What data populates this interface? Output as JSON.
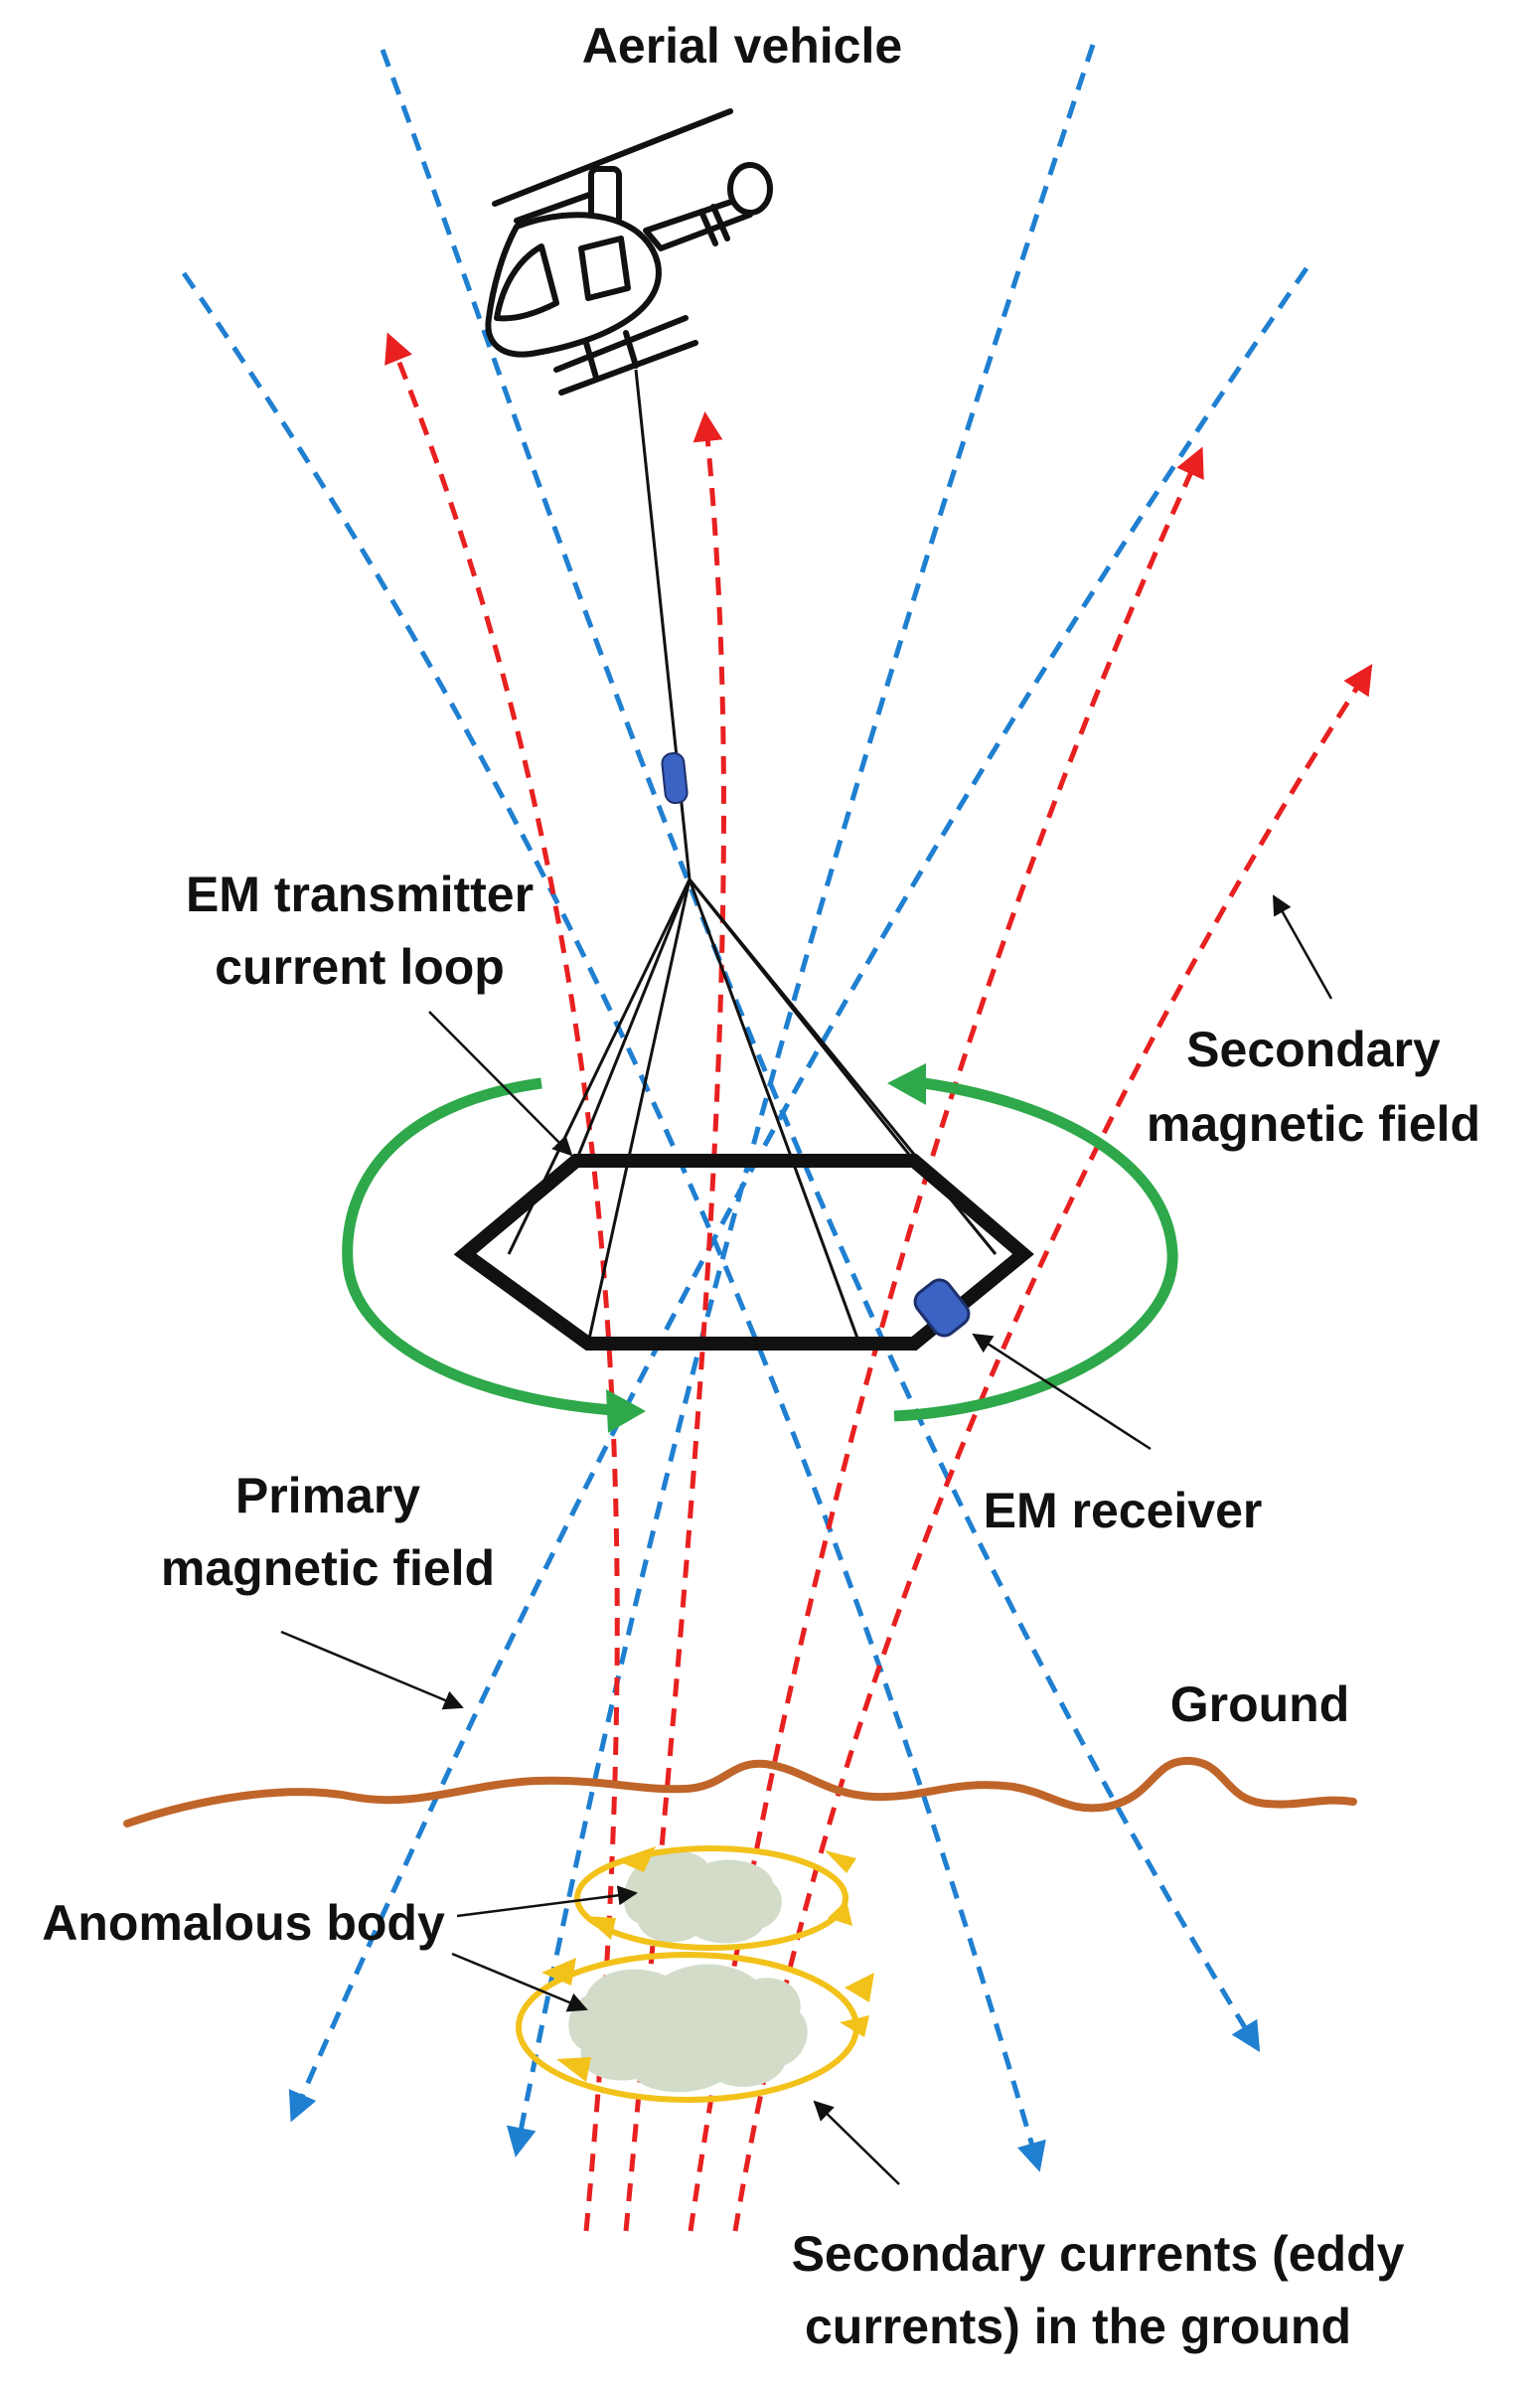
{
  "labels": {
    "aerial_vehicle": "Aerial vehicle",
    "em_transmitter_line1": "EM transmitter",
    "em_transmitter_line2": "current loop",
    "secondary_field_line1": "Secondary",
    "secondary_field_line2": "magnetic field",
    "em_receiver": "EM receiver",
    "primary_field_line1": "Primary",
    "primary_field_line2": "magnetic field",
    "ground": "Ground",
    "anomalous_body": "Anomalous body",
    "secondary_currents_line1": "Secondary currents (eddy",
    "secondary_currents_line2": "currents) in the ground"
  },
  "colors": {
    "primary_field": "#1f7fd0",
    "secondary_field": "#e82020",
    "loop_current_arrow": "#2ea84a",
    "ground_line": "#c0652a",
    "eddy_current": "#f2c21b",
    "anomalous_body": "#d3dcc9",
    "receiver": "#3a63c4",
    "outline": "#111111"
  },
  "icons": [
    "helicopter-icon",
    "receiver-icon",
    "tow-bird-icon"
  ]
}
